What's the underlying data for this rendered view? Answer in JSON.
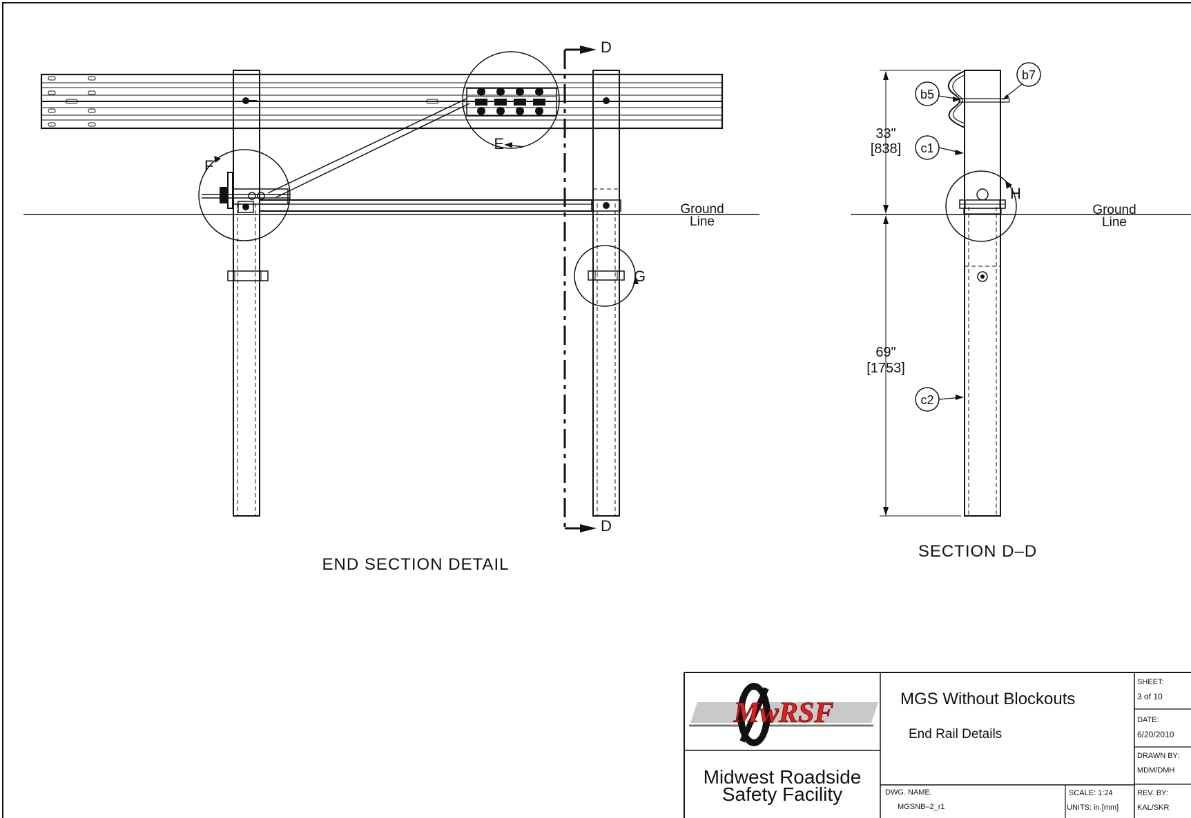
{
  "drawing": {
    "end_section": {
      "title": "END SECTION DETAIL",
      "ground_label_1": "Ground",
      "ground_label_2": "Line",
      "section_cut_top": "D",
      "section_cut_bottom": "D",
      "detail_e": "E",
      "detail_f": "F",
      "detail_g": "G"
    },
    "section_dd": {
      "title": "SECTION D–D",
      "ground_label_1": "Ground",
      "ground_label_2": "Line",
      "dim_upper_in": "33\"",
      "dim_upper_mm": "[838]",
      "dim_lower_in": "69\"",
      "dim_lower_mm": "[1753]",
      "callouts": [
        "b7",
        "b5",
        "c1",
        "c2"
      ],
      "detail_h": "H"
    }
  },
  "title_block": {
    "logo_text": "MwRSF",
    "logo_color": "#e02020",
    "org_line_1": "Midwest  Roadside",
    "org_line_2": "Safety  Facility",
    "project_title": "MGS  Without  Blockouts",
    "sheet_subtitle": "End  Rail  Details",
    "sheet_label": "SHEET:",
    "sheet_value": "3  of  10",
    "date_label": "DATE:",
    "date_value": "6/20/2010",
    "drawn_label": "DRAWN  BY:",
    "drawn_value": "MDM/DMH",
    "rev_label": "REV.  BY:",
    "rev_value": "KAL/SKR",
    "dwg_label": "DWG.  NAME.",
    "dwg_value": "MGSNB–2_r1",
    "scale_label": "SCALE:  1:24",
    "units_label": "UNITS:  in.[mm]"
  }
}
